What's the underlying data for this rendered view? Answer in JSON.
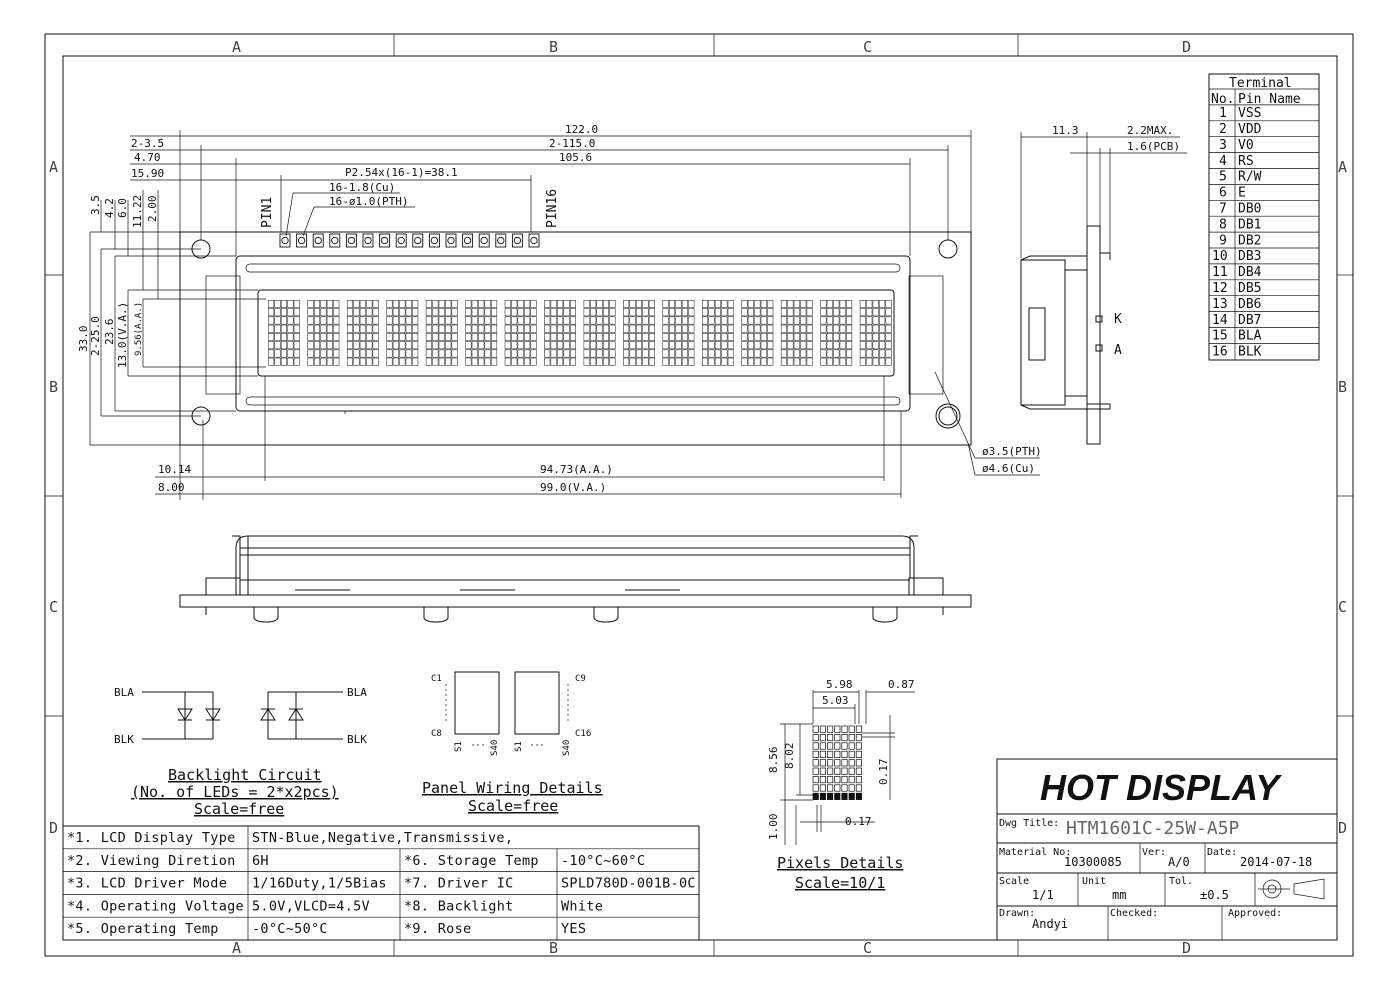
{
  "frame": {
    "columns": [
      "A",
      "B",
      "C",
      "D"
    ],
    "rows": [
      "A",
      "B",
      "C",
      "D"
    ]
  },
  "front_view": {
    "dims": {
      "overall_width": "122.0",
      "hole_spacing": "2-115.0",
      "bezel_width": "105.6",
      "pin_pitch": "P2.54x(16-1)=38.1",
      "pin_cu": "16-1.8(Cu)",
      "pin_pth": "16-ø1.0(PTH)",
      "left_hole": "2-3.5",
      "left_470": "4.70",
      "left_1590": "15.90",
      "v_35": "3.5",
      "v_42": "4.2",
      "v_60": "6.0",
      "v_1122": "11.22",
      "v_200": "2.00",
      "v_330": "33.0",
      "v_250": "2-25.0",
      "v_236": "23.6",
      "v_130": "13.0(V.A.)",
      "v_956": "9.56(A.A.)",
      "b_1014": "10.14",
      "b_800": "8.00",
      "b_aa": "94.73(A.A.)",
      "b_va": "99.0(V.A.)",
      "hole_pth": "ø3.5(PTH)",
      "hole_cu": "ø4.6(Cu)"
    },
    "pin1": "PIN1",
    "pin16": "PIN16"
  },
  "side_view": {
    "dim_thick": "11.3",
    "dim_max": "2.2MAX.",
    "dim_pcb": "1.6(PCB)",
    "k_label": "K",
    "a_label": "A"
  },
  "terminal": {
    "title": "Terminal",
    "headers": [
      "No.",
      "Pin Name"
    ],
    "rows": [
      [
        "1",
        "VSS"
      ],
      [
        "2",
        "VDD"
      ],
      [
        "3",
        "V0"
      ],
      [
        "4",
        "RS"
      ],
      [
        "5",
        "R/W"
      ],
      [
        "6",
        "E"
      ],
      [
        "7",
        "DB0"
      ],
      [
        "8",
        "DB1"
      ],
      [
        "9",
        "DB2"
      ],
      [
        "10",
        "DB3"
      ],
      [
        "11",
        "DB4"
      ],
      [
        "12",
        "DB5"
      ],
      [
        "13",
        "DB6"
      ],
      [
        "14",
        "DB7"
      ],
      [
        "15",
        "BLA"
      ],
      [
        "16",
        "BLK"
      ]
    ]
  },
  "backlight": {
    "bla": "BLA",
    "blk": "BLK",
    "title": "Backlight Circuit",
    "subtitle": "(No. of LEDs = 2*x2pcs)",
    "scale": "Scale=free"
  },
  "panel_wiring": {
    "c1": "C1",
    "c8": "C8",
    "c9": "C9",
    "c16": "C16",
    "s1": "S1",
    "s40": "S40",
    "title": "Panel Wiring Details",
    "scale": "Scale=free"
  },
  "pixels": {
    "d598": "5.98",
    "d087": "0.87",
    "d503": "5.03",
    "d856": "8.56",
    "d802": "8.02",
    "d017v": "0.17",
    "d100": "1.00",
    "d017h": "0.17",
    "title": "Pixels Details",
    "scale": "Scale=10/1"
  },
  "specs": [
    [
      "*1. LCD Display Type",
      "STN-Blue,Negative,Transmissive,",
      "",
      ""
    ],
    [
      "*2. Viewing Diretion",
      "6H",
      "*6. Storage Temp",
      "-10°C~60°C"
    ],
    [
      "*3. LCD Driver Mode",
      "1/16Duty,1/5Bias",
      "*7. Driver IC",
      "SPLD780D-001B-0C"
    ],
    [
      "*4. Operating Voltage",
      "5.0V,VLCD=4.5V",
      "*8. Backlight",
      "White"
    ],
    [
      "*5. Operating Temp",
      "-0°C~50°C",
      "*9. Rose",
      "YES"
    ]
  ],
  "title_block": {
    "company": "HOT DISPLAY",
    "dwg_title_label": "Dwg Title:",
    "dwg_title": "HTM1601C-25W-A5P",
    "material_label": "Material No:",
    "material": "10300085",
    "ver_label": "Ver:",
    "ver": "A/0",
    "date_label": "Date:",
    "date": "2014-07-18",
    "scale_label": "Scale",
    "scale": "1/1",
    "unit_label": "Unit",
    "unit": "mm",
    "tol_label": "Tol.",
    "tol": "±0.5",
    "drawn_label": "Drawn:",
    "drawn": "Andyi",
    "checked_label": "Checked:",
    "approved_label": "Approved:"
  }
}
